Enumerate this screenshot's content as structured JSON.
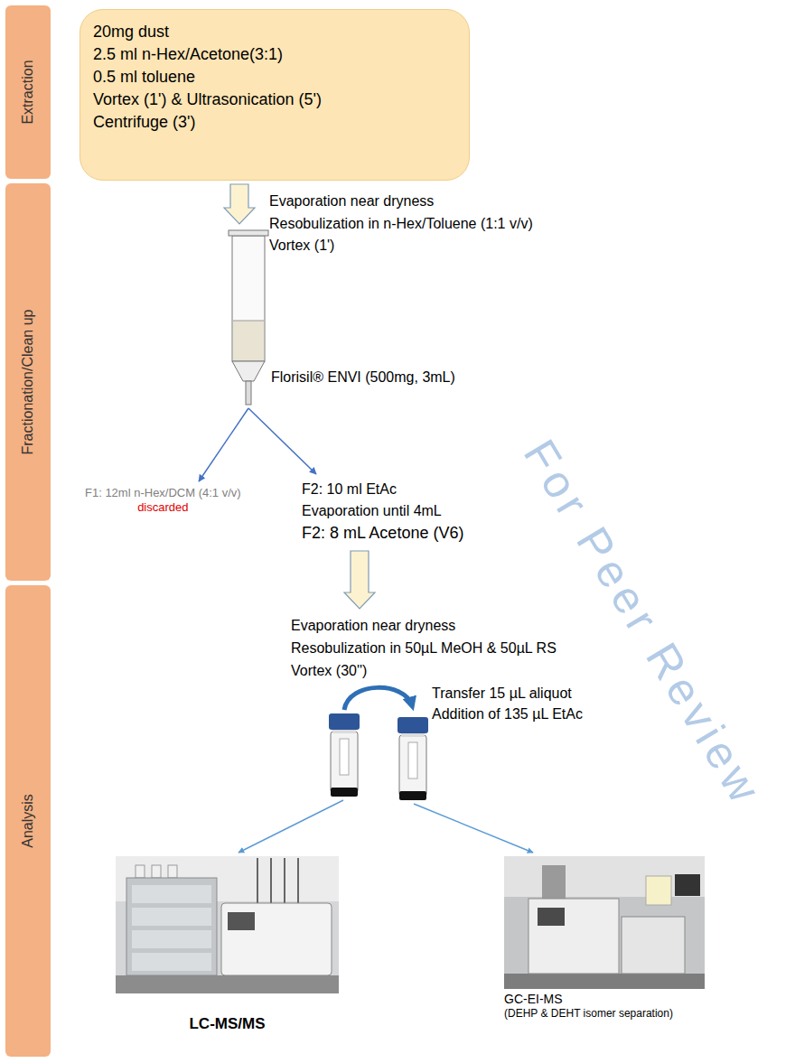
{
  "diagram": {
    "nodes": [
      {
        "text": [
          "Extraction"
        ]
      },
      {
        "text": [
          "Fractionation/Clean up"
        ]
      },
      {
        "text": [
          "Analysis"
        ]
      },
      {
        "text": [
          "20mg dust",
          "2.5 ml n-Hex/Acetone(3:1)",
          "0.5 ml toluene",
          "Vortex (1') & Ultrasonication (5')",
          "Centrifuge (3')"
        ]
      },
      {
        "text": [
          "Florisil® ENVI (500mg, 3mL)"
        ]
      },
      {
        "text": [
          "F1: 12ml n-Hex/DCM (4:1 v/v)",
          "discarded"
        ]
      },
      {
        "text": [
          "F2: 10 ml EtAc",
          "Evaporation until 4mL",
          "F2: 8 mL Acetone (V6)"
        ]
      },
      {
        "text": [
          "Evaporation near dryness",
          "Resobulization in 50µL MeOH & 50µL RS",
          "Vortex (30'')"
        ]
      },
      {
        "text": [
          "LC-MS/MS"
        ]
      },
      {
        "text": [
          "GC-EI-MS",
          "(DEHP & DEHT isomer separation)"
        ]
      }
    ],
    "edges": [
      {
        "from": 3,
        "to": 4,
        "arrow": "to"
      },
      {
        "from": 4,
        "to": 5,
        "arrow": "to"
      },
      {
        "from": 4,
        "to": 6,
        "arrow": "to"
      },
      {
        "from": 6,
        "to": 7,
        "arrow": "to"
      }
    ],
    "labels": [
      "Evaporation near dryness",
      "Resobulization in n-Hex/Toluene (1:1 v/v)",
      "Vortex (1')",
      "Transfer 15 µL aliquot",
      "Addition of 135 µL EtAc",
      "For Peer Review"
    ]
  }
}
